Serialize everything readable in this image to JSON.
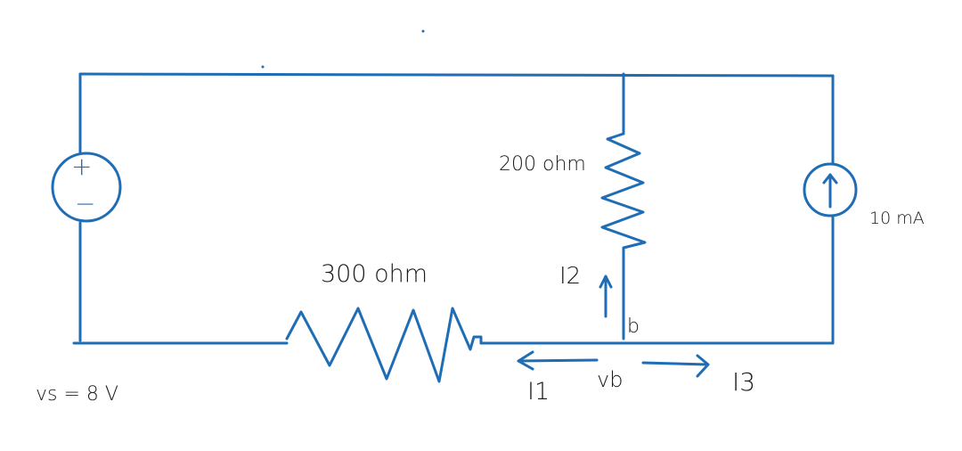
{
  "labels": {
    "r_top": "200 ohm",
    "current_source": "10 mA",
    "r_bottom": "300 ohm",
    "i2": "I2",
    "node": "b",
    "i1": "I1",
    "vb": "vb",
    "i3": "I3",
    "vs": "vs = 8 V",
    "plus": "+",
    "minus": "−"
  },
  "colors": {
    "wire": "#1f6db5",
    "text": "#1a1a1a"
  }
}
